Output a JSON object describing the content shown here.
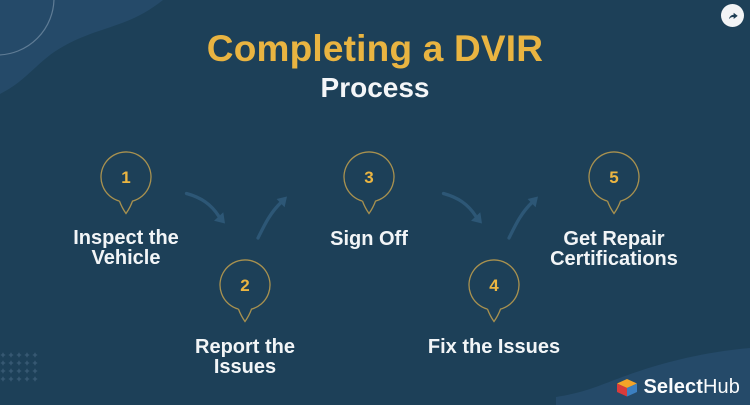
{
  "header": {
    "title": "Completing a DVIR",
    "subtitle": "Process"
  },
  "steps": [
    {
      "number": "1",
      "label": "Inspect the Vehicle"
    },
    {
      "number": "2",
      "label": "Report the Issues"
    },
    {
      "number": "3",
      "label": "Sign Off"
    },
    {
      "number": "4",
      "label": "Fix the Issues"
    },
    {
      "number": "5",
      "label": "Get Repair Certifications"
    }
  ],
  "branding": {
    "select": "Select",
    "hub": "Hub"
  },
  "icons": {
    "top_right": "share-forward-icon",
    "logo_mark": "selecthub-cube-icon",
    "step_marker": "numbered-pin-marker"
  },
  "colors": {
    "background": "#1D4058",
    "background_shapes": "#254A69",
    "accent_gold": "#E9B441",
    "marker_outline": "#A8914F",
    "text_white": "#F2F5F7",
    "arrow_blue": "#2D5776",
    "logo_orange": "#F4A428",
    "logo_red": "#D93B3B",
    "logo_blue": "#3C7FC0"
  }
}
